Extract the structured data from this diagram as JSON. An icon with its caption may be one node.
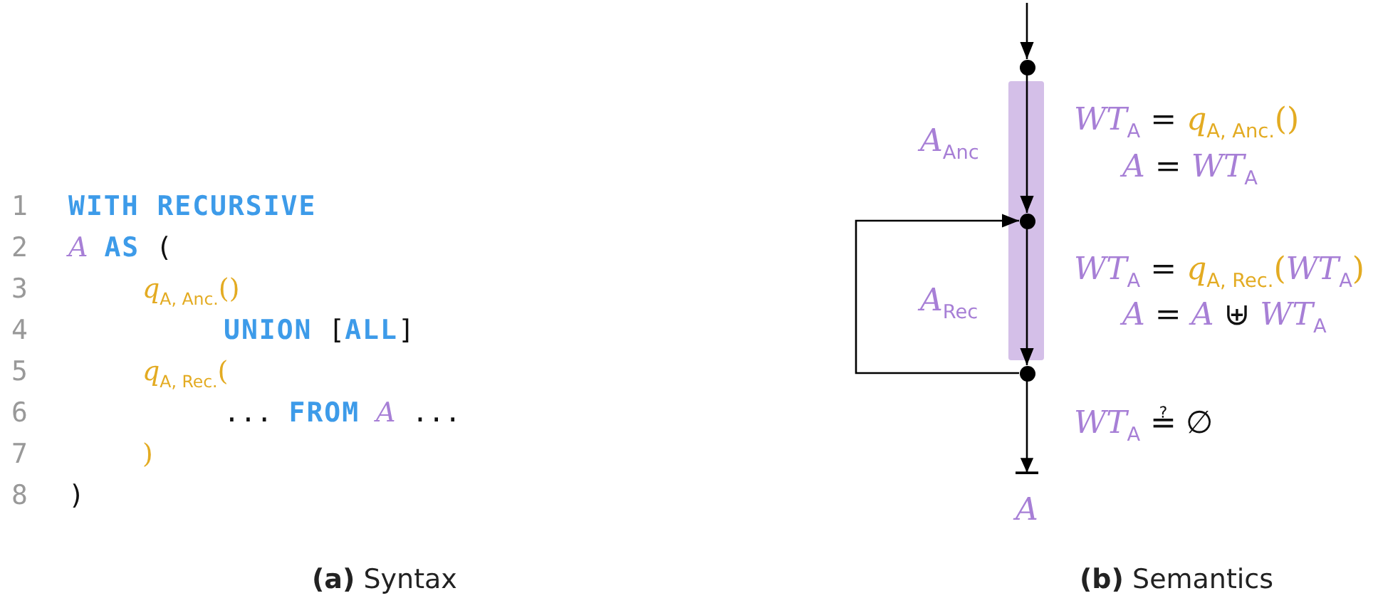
{
  "diagram": {
    "nodes": [
      {
        "text": [],
        "shape": "circle"
      },
      {
        "text": [],
        "shape": "circle"
      },
      {
        "text": [],
        "shape": "circle"
      },
      {
        "text": [
          "A"
        ]
      }
    ],
    "edges": [
      {
        "from": null,
        "to": 0,
        "arrow": "to"
      },
      {
        "from": 0,
        "to": 1,
        "arrow": "to"
      },
      {
        "from": 1,
        "to": 2,
        "arrow": "to"
      },
      {
        "from": 2,
        "to": 1,
        "arrow": "to"
      },
      {
        "from": 2,
        "to": 3,
        "arrow": "to"
      }
    ],
    "labels": [
      "1",
      "WITH RECURSIVE",
      "2",
      "A",
      "AS",
      "(",
      "3",
      "*q*$_{A, Anc.}$()",
      "4",
      "UNION",
      "[",
      "ALL",
      "]",
      "5",
      "*q*$_{A, Rec.}$(",
      "6",
      "...",
      "FROM",
      "A",
      "...",
      "7",
      ")",
      "8",
      ")",
      "*A*$_{Anc}$",
      "*WT*$_{A}$",
      "=",
      "*q*$_{A, Anc.}$()",
      "A",
      "=",
      "*WT*$_{A}$",
      "*A*$_{Rec}$",
      "*WT*$_{A}$",
      "=",
      "*q*$_{A, Rec.}$(",
      "*WT*$_{A}$",
      ")",
      "A",
      "=",
      "A",
      "⊎",
      "*WT*$_{A}$",
      "*WT*$_{A}$",
      "≟",
      "∅",
      "**(a)** Syntax",
      "**(b)** Semantics"
    ]
  }
}
